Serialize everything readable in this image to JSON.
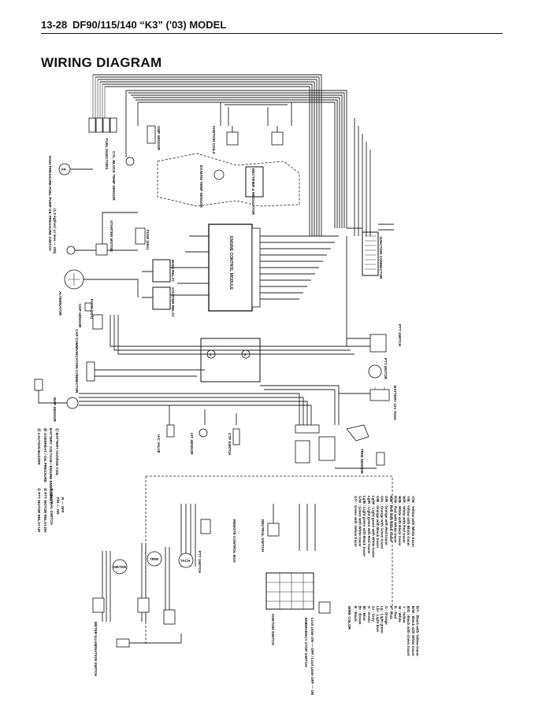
{
  "header": {
    "page_number": "13-28",
    "model": "DF90/115/140 “K3” ('03) MODEL"
  },
  "title": "WIRING DIAGRAM",
  "components": {
    "fuel_injectors": "FUEL INJECTORS",
    "hp_fuel_pump": "HIGH PRESSURE FUEL PUMP",
    "fp": "FP",
    "cyl_temp_sensor": "CYL. BLOCK TEMP SENSOR",
    "cmp_sensor": "CMP SENSOR",
    "ignition_coils": "IGNITION COILS",
    "ex_mani_temp_sensor": "EX.MANI TEMP SENSOR",
    "rectifier_regulator": "RECTIFIER & REGULATOR",
    "oil_pressure_switch": "OIL PRESSURE SWITCH",
    "oil_pressure_spec": "(1.5 kgf/cm² or less — ON)",
    "starter_motor": "STARTER MOTOR",
    "alternator": "ALTERNATOR",
    "ckp_sensor": "CKP SENSOR",
    "fuse_20a": "FUSE (20A)",
    "fuse_30a": "FUSE (30A)",
    "main_relay": "MAIN RELAY",
    "starter_relay": "STARTER RELAY",
    "ecm": "ENGINE CONTROL MODULE",
    "junction_connector": "JUNCTION CONNECTOR",
    "cap_comm_connector": "CAP COMMUNICATION CONNECTOR",
    "map_sensor": "MAP SENSOR",
    "iac_valve": "IAC VALVE",
    "iat_sensor": "IAT SENSOR",
    "ctp_switch": "CTP SWITCH",
    "ptt_switch": "PTT SWITCH",
    "ptt_motor": "PTT MOTOR",
    "battery": "BATTERY 12V 70AH",
    "trim_sensor": "TRIM SENSOR",
    "remote_control_box": "REMOTE CONTROL BOX",
    "ignition_switch": "IGNITION SWITCH",
    "emergency_stop_switch": "EMERGENCY STOP SWITCH",
    "stop_switch_states": "Lock plate ON — OFF / Lock plate OFF — ON",
    "meter_illumination": "METER ILLUMINATION SWITCH",
    "meter": "METER",
    "trim": "TRIM",
    "tach": "TACH",
    "neutral_switch": "NEUTRAL SWITCH"
  },
  "legend": {
    "relays": [
      "① PTT MOTOR RELAY UP",
      "② PTT MOTOR RELAY DN",
      "③ NEUTRAL SWITCH",
      "F/N — ON",
      "R — OFF"
    ],
    "alerts": [
      "Ⓐ CAUTION BUZZER",
      "Ⓑ OVERHEAT / OIL PRESSURE",
      "BATTERY VOLTAGE / ENGINE EMERGENCY",
      "Ⓒ BATTERY CHARGE COIL"
    ]
  },
  "wire_colors": {
    "title": "WIRE COLOR",
    "col1": [
      "B : Black",
      "Br : Brown",
      "Bl : Blue",
      "G : Green",
      "Gr : Gray",
      "Lbl : Light blue",
      "Lg : Light green",
      "O : Orange",
      "P : Pink",
      "R : Red",
      "W : White",
      "Y : Yellow",
      "B/G : Black with Green tracer",
      "B/W : Black with White tracer",
      "B/Y : Black with Yellow tracer"
    ],
    "col2": [
      "G/Y : Green with Yellow tracer",
      "G/W : Green with White tracer",
      "Lg/B : Light green with Black tracer",
      "Lg/R : Light green with Red tracer",
      "Lg/W : Light green with White tracer",
      "O/B : Orange with Black tracer",
      "O/G : Orange with Green tracer",
      "O/R : Orange with Red tracer",
      "R/B : Red with Black tracer",
      "R/W : Red with White tracer",
      "W/B : White with Black tracer",
      "W/R : White with Red tracer",
      "Y/B : Yellow with Black tracer",
      "Y/W : Yellow with White tracer"
    ]
  }
}
